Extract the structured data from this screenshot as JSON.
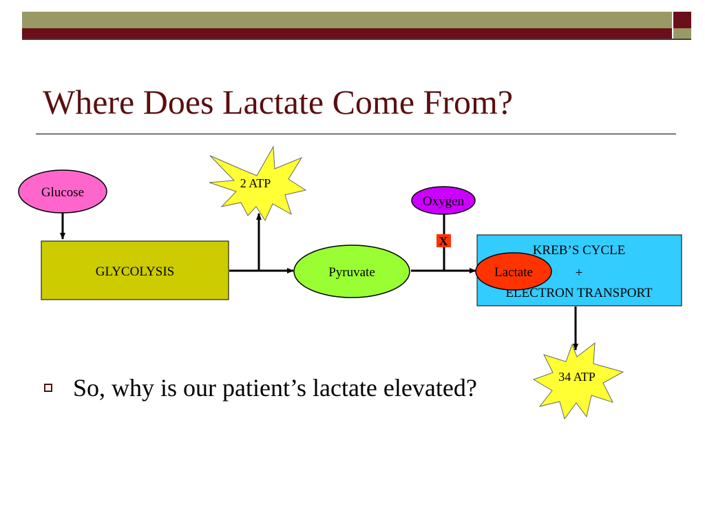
{
  "slide": {
    "title": "Where Does Lactate Come From?",
    "bullet": "So, why is our patient’s lactate elevated?"
  },
  "diagram": {
    "glucose": "Glucose",
    "glycolysis": "GLYCOLYSIS",
    "atp_glycolysis": "2 ATP",
    "pyruvate": "Pyruvate",
    "oxygen": "Oxygen",
    "kreb_line1": "KREB’S CYCLE",
    "kreb_line2": "+",
    "kreb_line3": "ELECTRON TRANSPORT",
    "lactate": "Lactate",
    "atp_kreb": "34 ATP",
    "block_mark": "X"
  },
  "colors": {
    "title": "#5a0f10",
    "header_olive": "#999966",
    "header_maroon": "#6b0f1a",
    "glucose": "#ff66cc",
    "glycolysis": "#cccc00",
    "pyruvate": "#99ff33",
    "oxygen": "#cc00ff",
    "kreb": "#33ccff",
    "lactate": "#ff3300",
    "atp_star": "#ffff33",
    "block_x": "#ff3300"
  }
}
